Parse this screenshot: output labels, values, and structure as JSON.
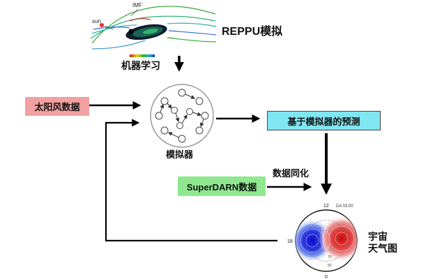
{
  "header": {
    "reppu_label": "REPPU模拟",
    "ml_label": "机器学习"
  },
  "illustration": {
    "imf_label": "IMF",
    "sun_label": "sun"
  },
  "flow": {
    "solar_wind": "太阳风数据",
    "simulator": "模拟器",
    "prediction": "基于模拟器的预测",
    "superdarn": "SuperDARN数据",
    "assimilation": "数据同化",
    "space_weather_line1": "宇宙",
    "space_weather_line2": "天气图"
  },
  "polar_plot": {
    "mlt_12": "12",
    "mlt_18": "18",
    "mlt_0": "0",
    "annotation": "DA 03:00",
    "lat_70": "70",
    "lat_60": "60"
  },
  "colors": {
    "solar_wind_bg": "#f2a0a0",
    "prediction_bg": "#7fe6f2",
    "superdarn_bg": "#8fe88f",
    "arrow": "#000000",
    "polar_blue": "#1010c8",
    "polar_red": "#d01212"
  }
}
